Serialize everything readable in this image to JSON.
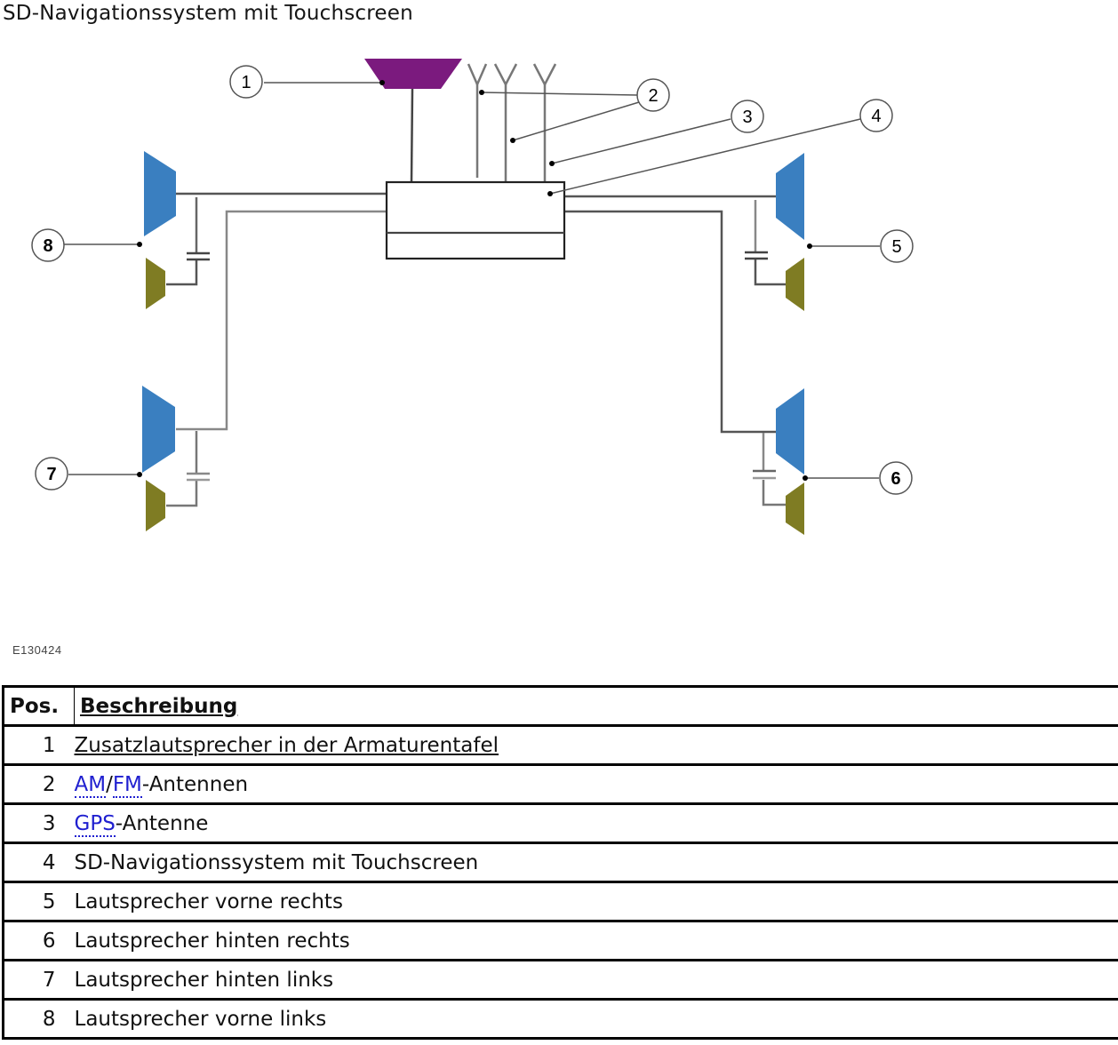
{
  "title": "SD-Navigationssystem mit Touchscreen",
  "figure_id": "E130424",
  "colors": {
    "instrument_panel_speaker": "#7b1a7e",
    "door_speaker": "#3a7fc0",
    "tweeter": "#7f7c23",
    "wire": "#555555",
    "wire_light": "#888888",
    "outline": "#111111"
  },
  "diagram": {
    "callouts": [
      {
        "id": "1",
        "label": "1"
      },
      {
        "id": "2",
        "label": "2"
      },
      {
        "id": "3",
        "label": "3"
      },
      {
        "id": "4",
        "label": "4"
      },
      {
        "id": "5",
        "label": "5"
      },
      {
        "id": "6",
        "label": "6"
      },
      {
        "id": "7",
        "label": "7"
      },
      {
        "id": "8",
        "label": "8"
      }
    ]
  },
  "table": {
    "headers": {
      "pos": "Pos.",
      "description": "Beschreibung"
    },
    "rows": [
      {
        "pos": "1",
        "parts": [
          {
            "text": "Zusatzlautsprecher in der Armaturentafel",
            "style": "underline"
          }
        ]
      },
      {
        "pos": "2",
        "parts": [
          {
            "text": "AM",
            "style": "abbr"
          },
          {
            "text": "/",
            "style": "plain"
          },
          {
            "text": "FM",
            "style": "abbr"
          },
          {
            "text": "-Antennen",
            "style": "plain"
          }
        ]
      },
      {
        "pos": "3",
        "parts": [
          {
            "text": "GPS",
            "style": "abbr"
          },
          {
            "text": "-Antenne",
            "style": "plain"
          }
        ]
      },
      {
        "pos": "4",
        "parts": [
          {
            "text": "SD-Navigationssystem mit Touchscreen",
            "style": "plain"
          }
        ]
      },
      {
        "pos": "5",
        "parts": [
          {
            "text": "Lautsprecher vorne rechts",
            "style": "plain"
          }
        ]
      },
      {
        "pos": "6",
        "parts": [
          {
            "text": "Lautsprecher hinten rechts",
            "style": "plain"
          }
        ]
      },
      {
        "pos": "7",
        "parts": [
          {
            "text": "Lautsprecher hinten links",
            "style": "plain"
          }
        ]
      },
      {
        "pos": "8",
        "parts": [
          {
            "text": "Lautsprecher vorne links",
            "style": "plain"
          }
        ]
      }
    ]
  }
}
